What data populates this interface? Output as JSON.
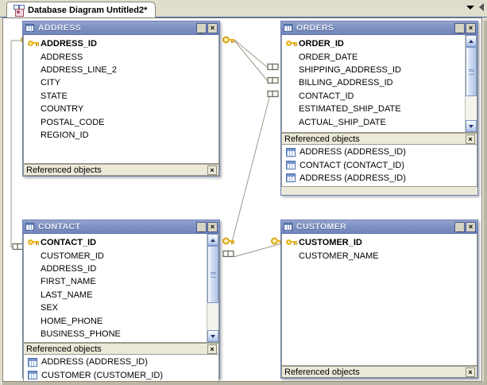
{
  "window": {
    "tab_label": "Database Diagram Untitled2*",
    "tab_icon": "database-diagram-icon",
    "nav_dropdown_icon": "chevron-down-icon",
    "nav_prev_icon": "nav-left-icon",
    "canvas_background": "#ffffff",
    "chrome_background": "#e0ddcc"
  },
  "colors": {
    "titlebar": "#7e91c3",
    "titlebar_text": "#e9ecf6",
    "panel_face": "#ece9d8",
    "key_icon": "#e8b21e",
    "table_icon_border": "#4a6ea9",
    "link_line": "#9c9a88",
    "scrollbar_accent": "#b3c6e9"
  },
  "labels": {
    "referenced_objects": "Referenced objects",
    "minimize_glyph": "_",
    "close_glyph": "×",
    "refbar_close_glyph": "×"
  },
  "tables": [
    {
      "name": "ADDRESS",
      "icon": "table-icon",
      "minimize_title": "Minimize",
      "close_title": "Close",
      "has_scrollbar": false,
      "columns": [
        {
          "name": "ADDRESS_ID",
          "pk": true
        },
        {
          "name": "ADDRESS",
          "pk": false
        },
        {
          "name": "ADDRESS_LINE_2",
          "pk": false
        },
        {
          "name": "CITY",
          "pk": false
        },
        {
          "name": "STATE",
          "pk": false
        },
        {
          "name": "COUNTRY",
          "pk": false
        },
        {
          "name": "POSTAL_CODE",
          "pk": false
        },
        {
          "name": "REGION_ID",
          "pk": false
        }
      ],
      "referenced_objects": []
    },
    {
      "name": "ORDERS",
      "icon": "table-icon",
      "minimize_title": "Minimize",
      "close_title": "Close",
      "has_scrollbar": true,
      "columns": [
        {
          "name": "ORDER_ID",
          "pk": true
        },
        {
          "name": "ORDER_DATE",
          "pk": false
        },
        {
          "name": "SHIPPING_ADDRESS_ID",
          "pk": false
        },
        {
          "name": "BILLING_ADDRESS_ID",
          "pk": false
        },
        {
          "name": "CONTACT_ID",
          "pk": false
        },
        {
          "name": "ESTIMATED_SHIP_DATE",
          "pk": false
        },
        {
          "name": "ACTUAL_SHIP_DATE",
          "pk": false
        }
      ],
      "referenced_objects": [
        "ADDRESS (ADDRESS_ID)",
        "CONTACT (CONTACT_ID)",
        "ADDRESS (ADDRESS_ID)"
      ]
    },
    {
      "name": "CONTACT",
      "icon": "table-icon",
      "minimize_title": "Minimize",
      "close_title": "Close",
      "has_scrollbar": true,
      "columns": [
        {
          "name": "CONTACT_ID",
          "pk": true
        },
        {
          "name": "CUSTOMER_ID",
          "pk": false
        },
        {
          "name": "ADDRESS_ID",
          "pk": false
        },
        {
          "name": "FIRST_NAME",
          "pk": false
        },
        {
          "name": "LAST_NAME",
          "pk": false
        },
        {
          "name": "SEX",
          "pk": false
        },
        {
          "name": "HOME_PHONE",
          "pk": false
        },
        {
          "name": "BUSINESS_PHONE",
          "pk": false
        }
      ],
      "referenced_objects": [
        "ADDRESS (ADDRESS_ID)",
        "CUSTOMER (CUSTOMER_ID)"
      ]
    },
    {
      "name": "CUSTOMER",
      "icon": "table-icon",
      "minimize_title": "Minimize",
      "close_title": "Close",
      "has_scrollbar": false,
      "columns": [
        {
          "name": "CUSTOMER_ID",
          "pk": true
        },
        {
          "name": "CUSTOMER_NAME",
          "pk": false
        }
      ],
      "referenced_objects": []
    }
  ],
  "relationships": [
    {
      "from": "ADDRESS.ADDRESS_ID",
      "to": "ORDERS.SHIPPING_ADDRESS_ID"
    },
    {
      "from": "ADDRESS.ADDRESS_ID",
      "to": "ORDERS.BILLING_ADDRESS_ID"
    },
    {
      "from": "CONTACT.CONTACT_ID",
      "to": "ORDERS.CONTACT_ID"
    },
    {
      "from": "CUSTOMER.CUSTOMER_ID",
      "to": "CONTACT.CUSTOMER_ID"
    },
    {
      "from": "ADDRESS.ADDRESS_ID",
      "to": "CONTACT.ADDRESS_ID"
    }
  ]
}
